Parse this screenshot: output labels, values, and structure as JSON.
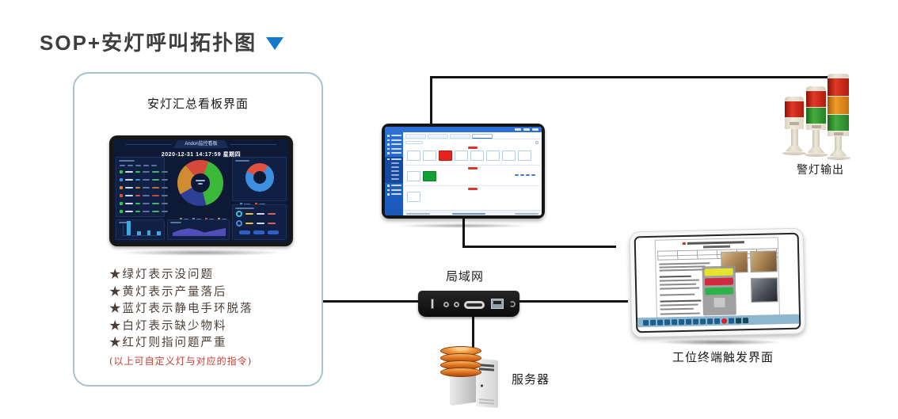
{
  "page": {
    "title": "SOP+安灯呼叫拓扑图"
  },
  "panel": {
    "label": "安灯汇总看板界面"
  },
  "dashboard": {
    "header": "Andon监控看板",
    "datetime": "2020-12-31 14:17:59 星期四",
    "charts": {
      "donut_main": {
        "type": "pie",
        "from": -40,
        "slices": [
          {
            "color": "#d6493a",
            "pct": 17
          },
          {
            "color": "#3cb93a",
            "pct": 40
          },
          {
            "color": "#2e3f96",
            "pct": 21
          },
          {
            "color": "#cf8c33",
            "pct": 22
          }
        ]
      },
      "donut_right": {
        "type": "pie",
        "from": -65,
        "slices": [
          {
            "color": "#e0523f",
            "pct": 28
          },
          {
            "color": "#3d8fe0",
            "pct": 72
          }
        ]
      },
      "bars": {
        "type": "bar",
        "values": [
          18,
          5,
          6,
          5
        ],
        "color": "#3fa8e0"
      },
      "status_row_colors": [
        "#2ecc40",
        "#3498db",
        "#e67e22",
        "#e74c3c",
        "#2ecc40",
        "#2ecc40"
      ]
    }
  },
  "legend": {
    "items": [
      "★绿灯表示没问题",
      "★黄灯表示产量落后",
      "★蓝灯表示静电手环脱落",
      "★白灯表示缺少物料",
      "★红灯则指问题严重"
    ],
    "note": "(以上可自定义灯与对应的指令)"
  },
  "labels": {
    "warning_lights": "警灯输出",
    "lan": "局域网",
    "server": "服务器",
    "terminal": "工位终端触发界面"
  },
  "colors": {
    "title_text": "#3e3e3e",
    "title_arrow": "#1478cc",
    "panel_border": "#a8c2ce",
    "connection_line": "#141414",
    "legend_text": "#4b3f37",
    "note_red": "#c23b2e",
    "tower_red": "#cc2418",
    "tower_orange": "#e08818",
    "tower_green": "#2f9e38",
    "mid_ui_blue": "#2e6fd6",
    "alert_cell_red": "#e5231d",
    "ok_cell_green": "#12a034"
  }
}
